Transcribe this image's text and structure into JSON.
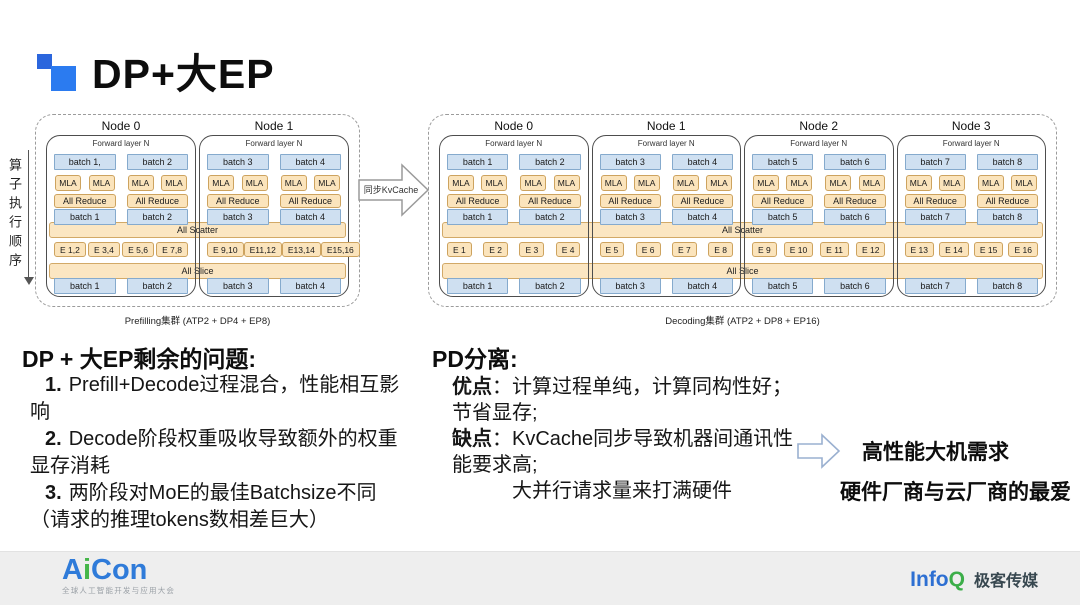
{
  "title": "DP+大EP",
  "axis_label": "算子执行顺序",
  "sync_arrow_label": "同步KvCache",
  "diagram_shared": {
    "forward_label": "Forward layer N",
    "mla": "MLA",
    "all_reduce": "All Reduce",
    "all_scatter": "All Scatter",
    "all_slice": "All Slice"
  },
  "diagrams": [
    {
      "id": "prefilling",
      "caption": "Prefilling集群 (ATP2 + DP4 + EP8)",
      "nodes": [
        {
          "label": "Node 0",
          "columns": [
            {
              "batch_top": "batch 1,",
              "batch_mid": "batch 1",
              "batch_bottom": "batch 1",
              "experts": [
                "E 1,2",
                "E 3,4"
              ]
            },
            {
              "batch_top": "batch 2",
              "batch_mid": "batch 2",
              "batch_bottom": "batch 2",
              "experts": [
                "E 5,6",
                "E 7,8"
              ]
            }
          ]
        },
        {
          "label": "Node 1",
          "columns": [
            {
              "batch_top": "batch 3",
              "batch_mid": "batch 3",
              "batch_bottom": "batch 3",
              "experts": [
                "E 9,10",
                "E11,12"
              ]
            },
            {
              "batch_top": "batch 4",
              "batch_mid": "batch 4",
              "batch_bottom": "batch 4",
              "experts": [
                "E13,14",
                "E15,16"
              ]
            }
          ]
        }
      ]
    },
    {
      "id": "decoding",
      "caption": "Decoding集群 (ATP2 + DP8 + EP16)",
      "nodes": [
        {
          "label": "Node 0",
          "columns": [
            {
              "batch_top": "batch 1",
              "batch_mid": "batch 1",
              "batch_bottom": "batch 1",
              "experts": [
                "E 1",
                "E 2"
              ]
            },
            {
              "batch_top": "batch 2",
              "batch_mid": "batch 2",
              "batch_bottom": "batch 2",
              "experts": [
                "E 3",
                "E 4"
              ]
            }
          ]
        },
        {
          "label": "Node 1",
          "columns": [
            {
              "batch_top": "batch 3",
              "batch_mid": "batch 3",
              "batch_bottom": "batch 3",
              "experts": [
                "E 5",
                "E 6"
              ]
            },
            {
              "batch_top": "batch 4",
              "batch_mid": "batch 4",
              "batch_bottom": "batch 4",
              "experts": [
                "E 7",
                "E 8"
              ]
            }
          ]
        },
        {
          "label": "Node 2",
          "columns": [
            {
              "batch_top": "batch 5",
              "batch_mid": "batch 5",
              "batch_bottom": "batch 5",
              "experts": [
                "E 9",
                "E 10"
              ]
            },
            {
              "batch_top": "batch 6",
              "batch_mid": "batch 6",
              "batch_bottom": "batch 6",
              "experts": [
                "E 11",
                "E 12"
              ]
            }
          ]
        },
        {
          "label": "Node 3",
          "columns": [
            {
              "batch_top": "batch 7",
              "batch_mid": "batch 7",
              "batch_bottom": "batch 7",
              "experts": [
                "E 13",
                "E 14"
              ]
            },
            {
              "batch_top": "batch 8",
              "batch_mid": "batch 8",
              "batch_bottom": "batch 8",
              "experts": [
                "E 15",
                "E 16"
              ]
            }
          ]
        }
      ]
    }
  ],
  "left_section": {
    "heading": "DP + 大EP剩余的问题:",
    "items": [
      {
        "num": "1.",
        "text": "Prefill+Decode过程混合，性能相互影\n响"
      },
      {
        "num": "2.",
        "text": "Decode阶段权重吸收导致额外的权重\n显存消耗"
      },
      {
        "num": "3.",
        "text": "两阶段对MoE的最佳Batchsize不同\n（请求的推理tokens数相差巨大）"
      }
    ]
  },
  "right_section": {
    "heading": "PD分离:",
    "pros_label": "优点",
    "pros_text": "：计算过程单纯，计算同构性好；\n节省显存;",
    "cons_label": "缺点",
    "cons_text": "：KvCache同步导致机器间通讯性\n能要求高;\n　　　大并行请求量来打满硬件"
  },
  "conclusion": {
    "line1": "高性能大机需求",
    "line2": "硬件厂商与云厂商的最爱"
  },
  "footer": {
    "aicon_a": "A",
    "aicon_i": "i",
    "aicon_con": "Con",
    "aicon_tagline": "全球人工智能开发与应用大会",
    "infoq_info": "Info",
    "infoq_q": "Q",
    "infoq_media": "极客传媒"
  },
  "colors": {
    "accent_blue": "#2b7bf0",
    "batch_fill": "#cfe0f1",
    "batch_border": "#85aacd",
    "op_fill": "#fbe4bc",
    "op_border": "#cda35f",
    "aicon_blue": "#2f7bd9",
    "aicon_green": "#45b649",
    "infoq_blue": "#2d6fd2",
    "infoq_green": "#3cae49"
  }
}
